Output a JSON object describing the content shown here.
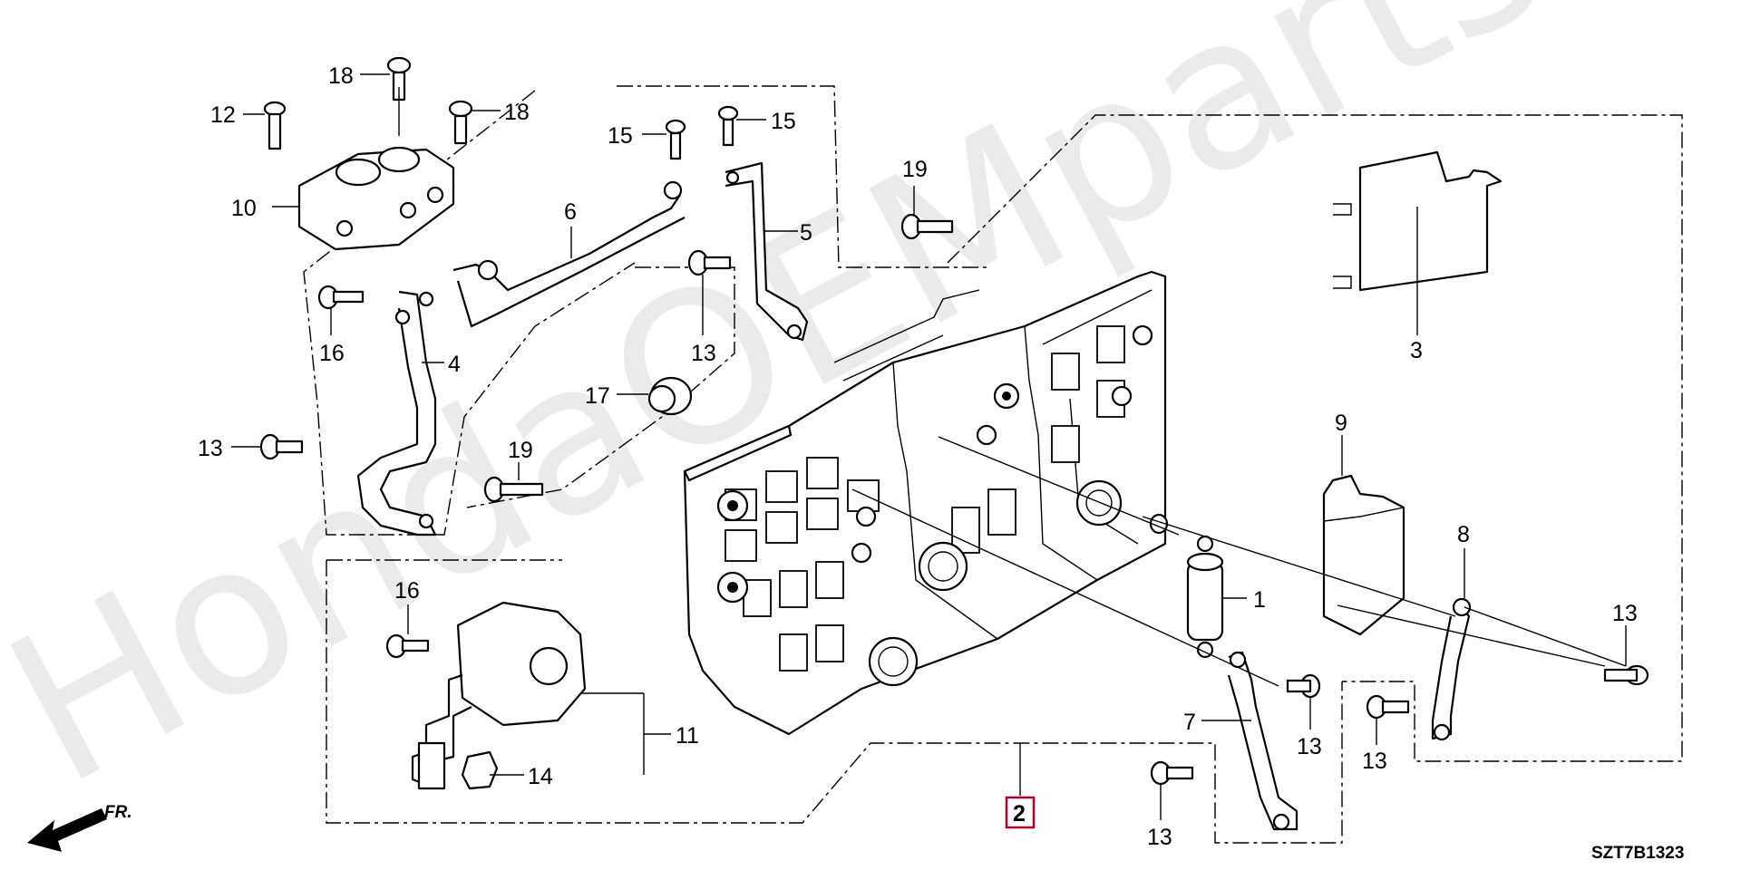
{
  "watermark": "HondaOEMparts.ru",
  "diagram_code": "SZT7B1323",
  "direction_label": "FR.",
  "highlighted_part": "2",
  "callouts": {
    "c12": "12",
    "c18a": "18",
    "c18b": "18",
    "c10": "10",
    "c15a": "15",
    "c15b": "15",
    "c6": "6",
    "c5": "5",
    "c19a": "19",
    "c16a": "16",
    "c4": "4",
    "c13a": "13",
    "c13b": "13",
    "c17": "17",
    "c19b": "19",
    "c3": "3",
    "c9": "9",
    "c8": "8",
    "c1": "1",
    "c13c": "13",
    "c16b": "16",
    "c11": "11",
    "c14": "14",
    "c7": "7",
    "c13d": "13",
    "c13e": "13",
    "c13f": "13",
    "c2": "2"
  }
}
